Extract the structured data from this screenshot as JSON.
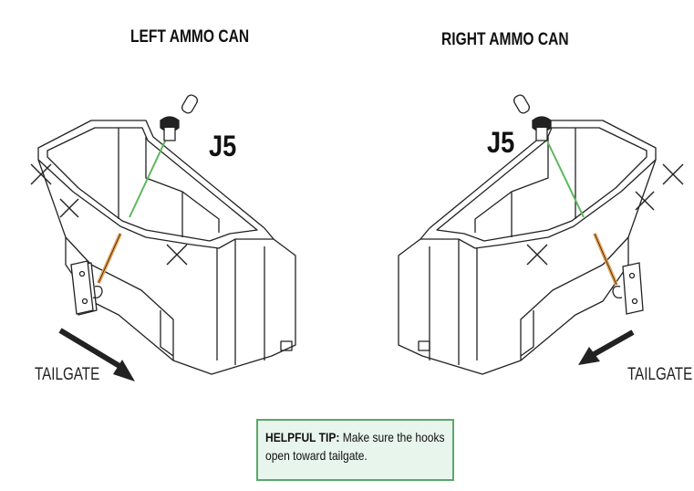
{
  "left": {
    "title": "LEFT AMMO CAN",
    "part_label": "J5",
    "direction_label": "TAILGATE"
  },
  "right": {
    "title": "RIGHT AMMO CAN",
    "part_label": "J5",
    "direction_label": "TAILGATE"
  },
  "tip": {
    "heading": "HELPFUL TIP:",
    "body": " Make sure the hooks open toward tailgate."
  },
  "colors": {
    "guide_line": "#5cb85c",
    "strap": "#e8a050",
    "tip_border": "#5aa86a",
    "tip_fill": "#e8f5ec"
  },
  "icons": [
    "bolt-icon",
    "clip-icon",
    "arrow-icon",
    "x-mark-icon",
    "hook-bracket-icon"
  ]
}
